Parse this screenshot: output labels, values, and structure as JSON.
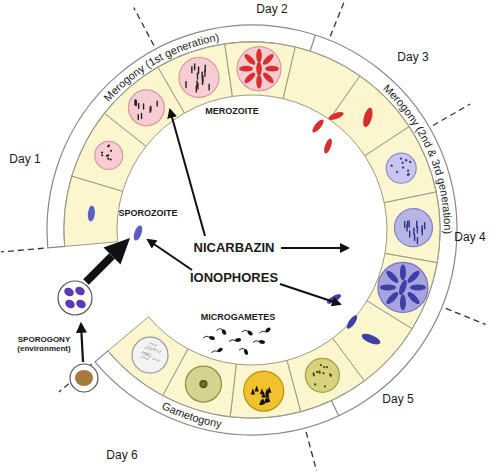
{
  "diagram": {
    "labels": [
      "Day 1",
      "Day 2",
      "Day 3",
      "Day 4",
      "Day 5",
      "Day 6",
      "Merogony (1st generation)",
      "Merogony (2nd & 3rd generation)",
      "Gametogony",
      "MEROZOITE",
      "SPOROZOITE",
      "NICARBAZIN",
      "IONOPHORES",
      "MICROGAMETES",
      "SPOROGONY (environment)"
    ]
  }
}
